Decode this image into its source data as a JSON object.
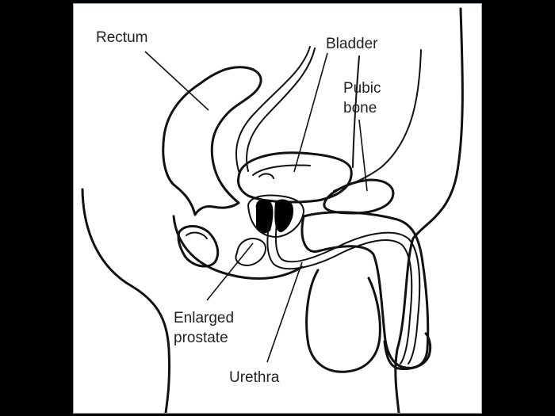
{
  "labels": {
    "rectum": "Rectum",
    "bladder": "Bladder",
    "pubic_bone_line1": "Pubic",
    "pubic_bone_line2": "bone",
    "prostate_line1": "Enlarged",
    "prostate_line2": "prostate",
    "urethra": "Urethra"
  },
  "colors": {
    "background": "#000000",
    "panel": "#ffffff",
    "ink": "#111111"
  }
}
